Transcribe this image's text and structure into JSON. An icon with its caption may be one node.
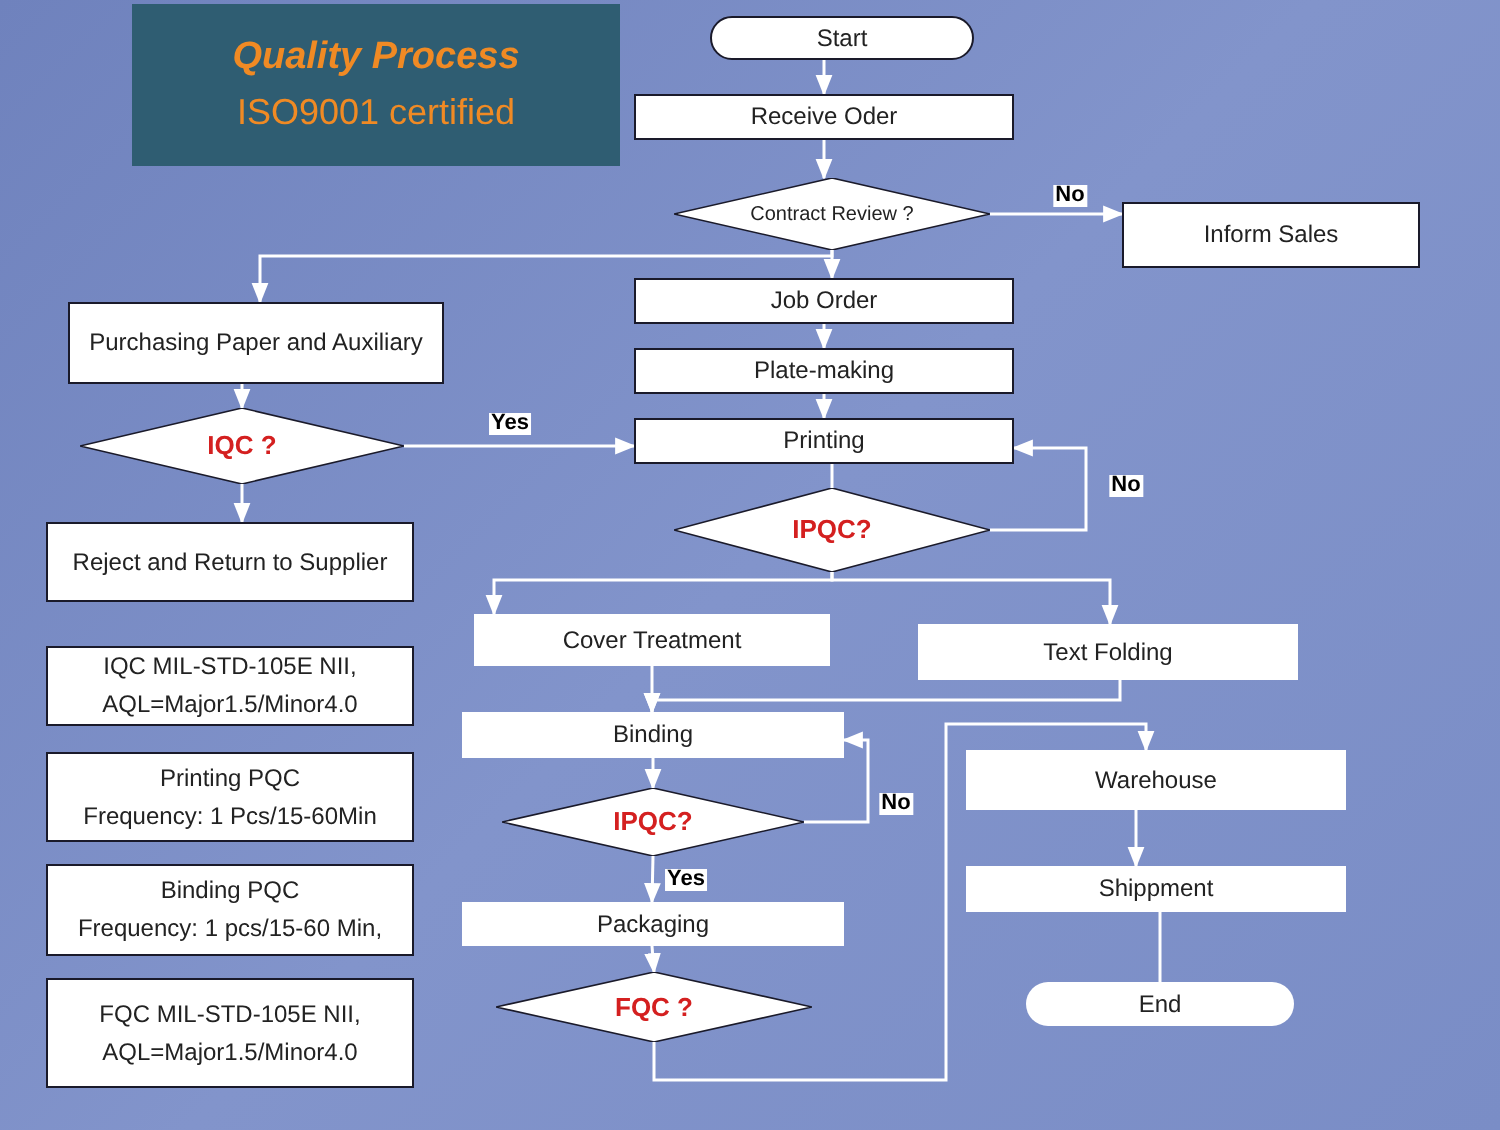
{
  "diagram": {
    "title": "Quality Process",
    "nodes": [
      {
        "text": [
          "Start"
        ]
      },
      {
        "text": [
          "Receive Oder"
        ]
      },
      {
        "text": [
          "Contract Review ?"
        ]
      },
      {
        "text": [
          "Inform Sales"
        ]
      },
      {
        "text": [
          "Purchasing Paper and Auxiliary"
        ]
      },
      {
        "text": [
          "Job Order"
        ]
      },
      {
        "text": [
          "Plate-making"
        ]
      },
      {
        "text": [
          "IQC ?"
        ]
      },
      {
        "text": [
          "Printing"
        ]
      },
      {
        "text": [
          "Reject and Return to Supplier"
        ]
      },
      {
        "text": [
          "IPQC?"
        ]
      },
      {
        "text": [
          "Cover Treatment"
        ]
      },
      {
        "text": [
          "Text Folding"
        ]
      },
      {
        "text": [
          "Binding"
        ]
      },
      {
        "text": [
          "Warehouse"
        ]
      },
      {
        "text": [
          "IPQC?"
        ]
      },
      {
        "text": [
          "Packaging"
        ]
      },
      {
        "text": [
          "Shippment"
        ]
      },
      {
        "text": [
          "FQC ?"
        ]
      },
      {
        "text": [
          "End"
        ]
      },
      {
        "text": [
          "IQC MIL-STD-105E NII,",
          "AQL=Major1.5/Minor4.0"
        ]
      },
      {
        "text": [
          "Printing PQC",
          "Frequency: 1 Pcs/15-60Min"
        ]
      },
      {
        "text": [
          "Binding PQC",
          "Frequency: 1 pcs/15-60 Min,"
        ]
      },
      {
        "text": [
          "FQC MIL-STD-105E NII,",
          "AQL=Major1.5/Minor4.0"
        ]
      }
    ],
    "edges": [
      {
        "from": 0,
        "to": 1,
        "arrow": "to"
      },
      {
        "from": 1,
        "to": 2,
        "arrow": "to"
      },
      {
        "from": 2,
        "to": 3,
        "arrow": "to",
        "label": "No"
      },
      {
        "from": 2,
        "to": 5,
        "arrow": "to"
      },
      {
        "from": 2,
        "to": 4,
        "arrow": "to"
      },
      {
        "from": 5,
        "to": 6,
        "arrow": "to"
      },
      {
        "from": 6,
        "to": 8,
        "arrow": "to"
      },
      {
        "from": 4,
        "to": 7,
        "arrow": "to"
      },
      {
        "from": 7,
        "to": 8,
        "arrow": "to",
        "label": "Yes"
      },
      {
        "from": 7,
        "to": 9,
        "arrow": "to"
      },
      {
        "from": 8,
        "to": 10,
        "arrow": "none"
      },
      {
        "from": 10,
        "to": 8,
        "arrow": "to",
        "label": "No"
      },
      {
        "from": 10,
        "to": 11,
        "arrow": "to"
      },
      {
        "from": 10,
        "to": 12,
        "arrow": "to"
      },
      {
        "from": 11,
        "to": 13,
        "arrow": "to"
      },
      {
        "from": 12,
        "to": 13,
        "arrow": "to"
      },
      {
        "from": 13,
        "to": 15,
        "arrow": "to"
      },
      {
        "from": 15,
        "to": 13,
        "arrow": "to",
        "label": "No"
      },
      {
        "from": 15,
        "to": 16,
        "arrow": "to",
        "label": "Yes"
      },
      {
        "from": 16,
        "to": 18,
        "arrow": "to"
      },
      {
        "from": 18,
        "to": 14,
        "arrow": "to"
      },
      {
        "from": 14,
        "to": 17,
        "arrow": "to"
      },
      {
        "from": 17,
        "to": 19,
        "arrow": "none"
      }
    ],
    "labels": [
      "ISO9001 certified"
    ]
  }
}
